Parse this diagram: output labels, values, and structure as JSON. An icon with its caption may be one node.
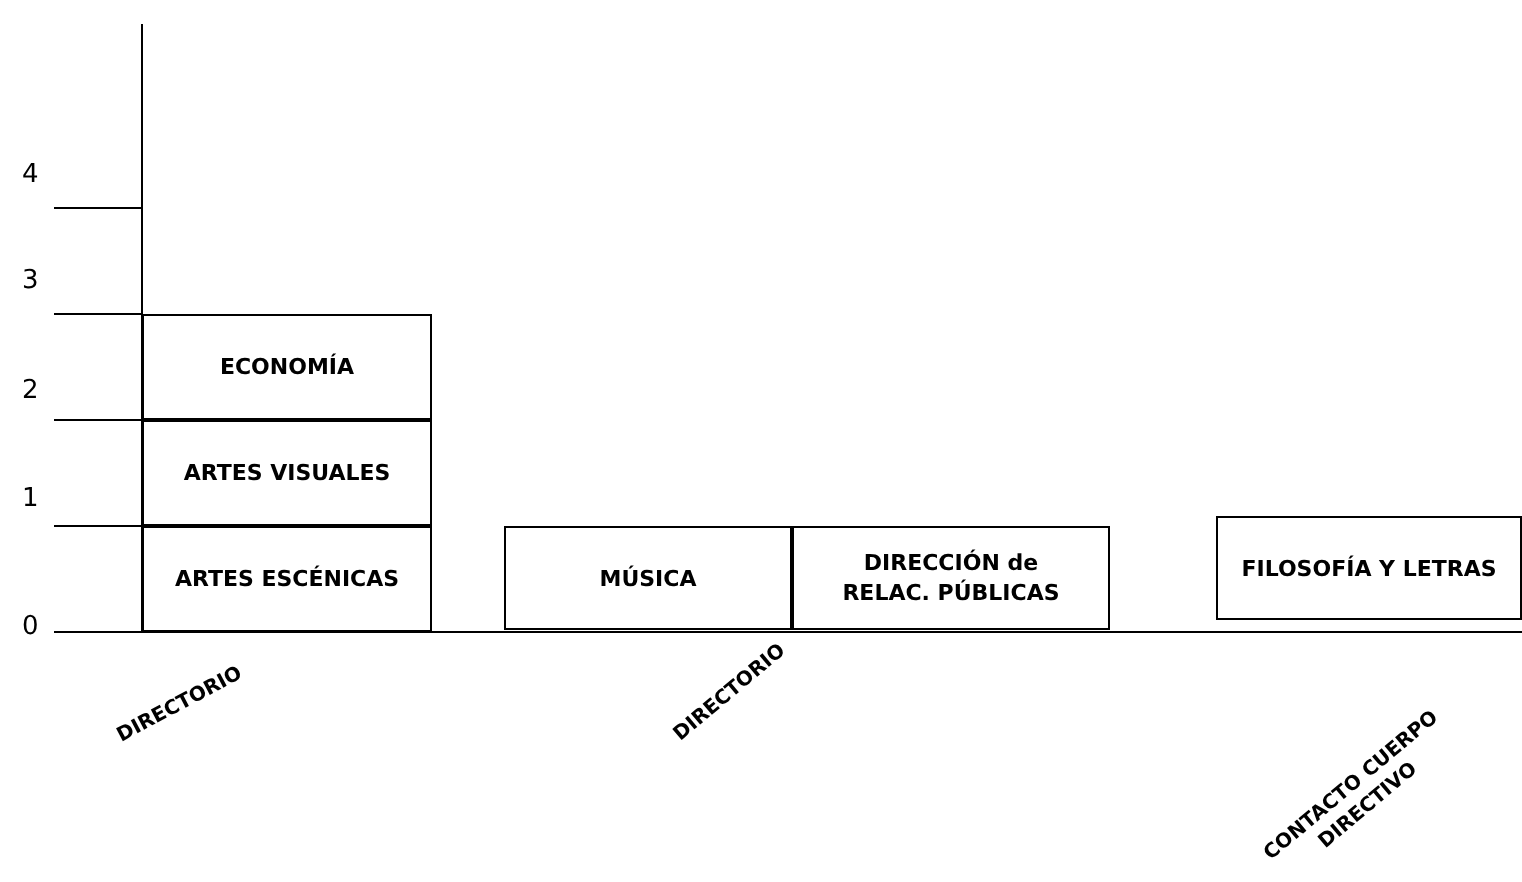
{
  "diagram": {
    "nodes": [
      {
        "text": [
          "ECONOMÍA"
        ]
      },
      {
        "text": [
          "ARTES VISUALES"
        ]
      },
      {
        "text": [
          "ARTES ESCÉNICAS"
        ]
      },
      {
        "text": [
          "MÚSICA"
        ]
      },
      {
        "text": [
          "DIRECCIÓN de RELAC. PÚBLICAS"
        ]
      },
      {
        "text": [
          "FILOSOFÍA Y LETRAS"
        ]
      }
    ],
    "labels": [
      "4",
      "3",
      "2",
      "1",
      "0",
      "DIRECTORIO",
      "DIRECTORIO",
      "CONTACTO CUERPO DIRECTIVO"
    ]
  }
}
